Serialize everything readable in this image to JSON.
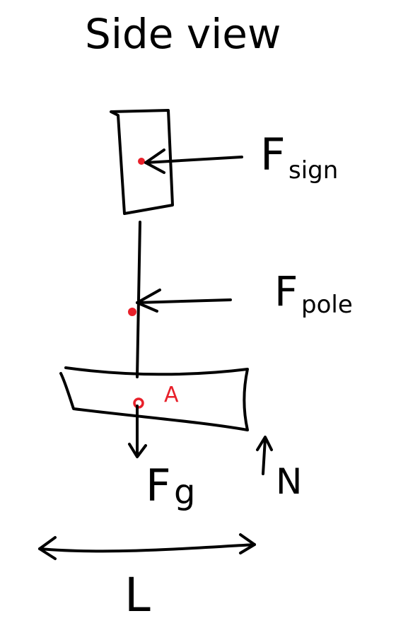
{
  "title": "Side view",
  "labels": {
    "f_sign_main": "F",
    "f_sign_sub": "sign",
    "f_pole_main": "F",
    "f_pole_sub": "pole",
    "point_a": "A",
    "f_g_main": "F",
    "f_g_sub": "g",
    "normal_force": "N",
    "length": "L"
  },
  "colors": {
    "ink": "#000000",
    "point": "#e8202a"
  }
}
